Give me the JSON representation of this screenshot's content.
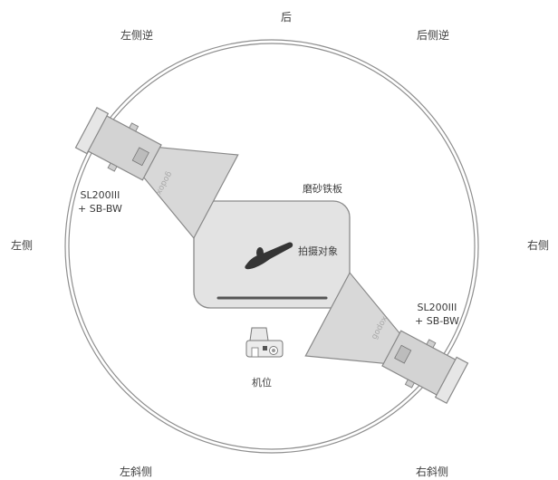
{
  "positions": {
    "back": "后",
    "back_left": "左侧逆",
    "back_right": "后侧逆",
    "left": "左侧",
    "right": "右侧",
    "front_left": "左斜侧",
    "front_right": "右斜侧"
  },
  "table": {
    "title": "磨砂铁板",
    "subject": "拍摄对象"
  },
  "camera": {
    "label": "机位",
    "icon": "camera-icon"
  },
  "lights": [
    {
      "model": "SL200III",
      "modifier": "+ SB-BW",
      "brand": "godox"
    },
    {
      "model": "SL200III",
      "modifier": "+ SB-BW",
      "brand": "godox"
    }
  ],
  "colors": {
    "ring": "#9a9a9a",
    "table": "#e4e4e4",
    "light_body": "#d6d6d6",
    "softbox": "#d9d9d9",
    "subject": "#3a3a3a"
  }
}
